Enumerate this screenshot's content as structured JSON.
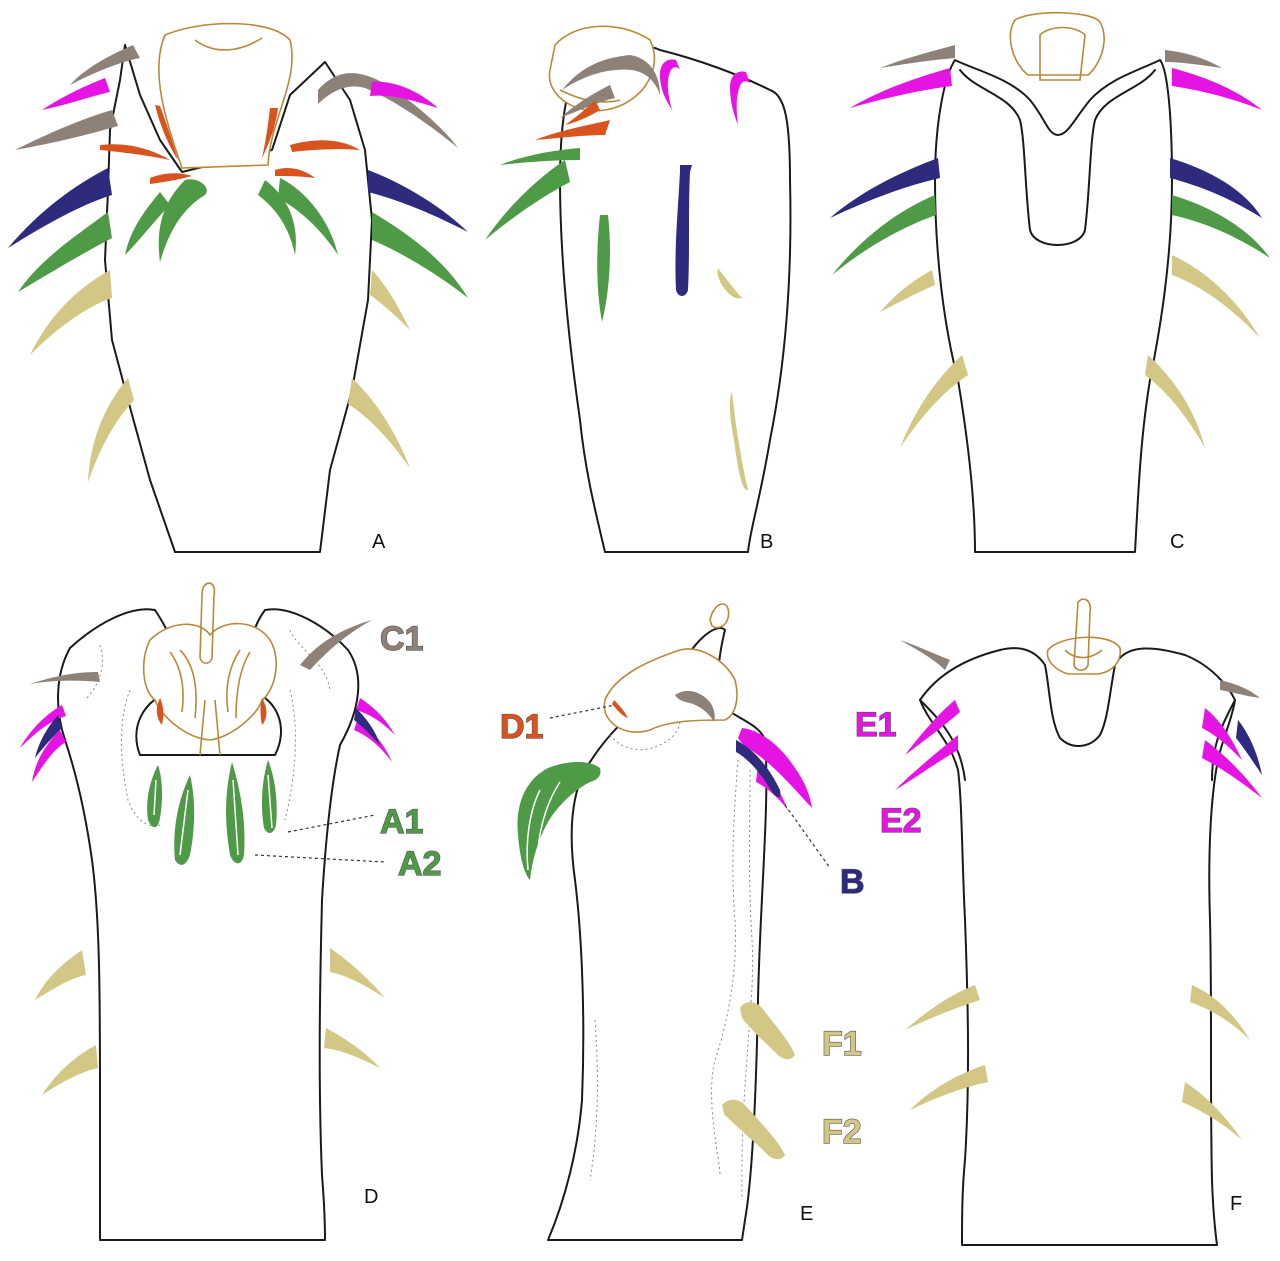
{
  "colors": {
    "C": "#8d8178",
    "E": "#e514e5",
    "D": "#d9531e",
    "B": "#2e2a7e",
    "A": "#4e9a47",
    "F": "#d2c785",
    "outline": "#1a1a1a",
    "proboscis": "#b8893a"
  },
  "panels": [
    {
      "letter": "A"
    },
    {
      "letter": "B"
    },
    {
      "letter": "C"
    },
    {
      "letter": "D"
    },
    {
      "letter": "E"
    },
    {
      "letter": "F"
    }
  ],
  "labels": {
    "c1": "C1",
    "a1": "A1",
    "a2": "A2",
    "d1": "D1",
    "b": "B",
    "f1": "F1",
    "f2": "F2",
    "e1": "E1",
    "e2": "E2"
  }
}
